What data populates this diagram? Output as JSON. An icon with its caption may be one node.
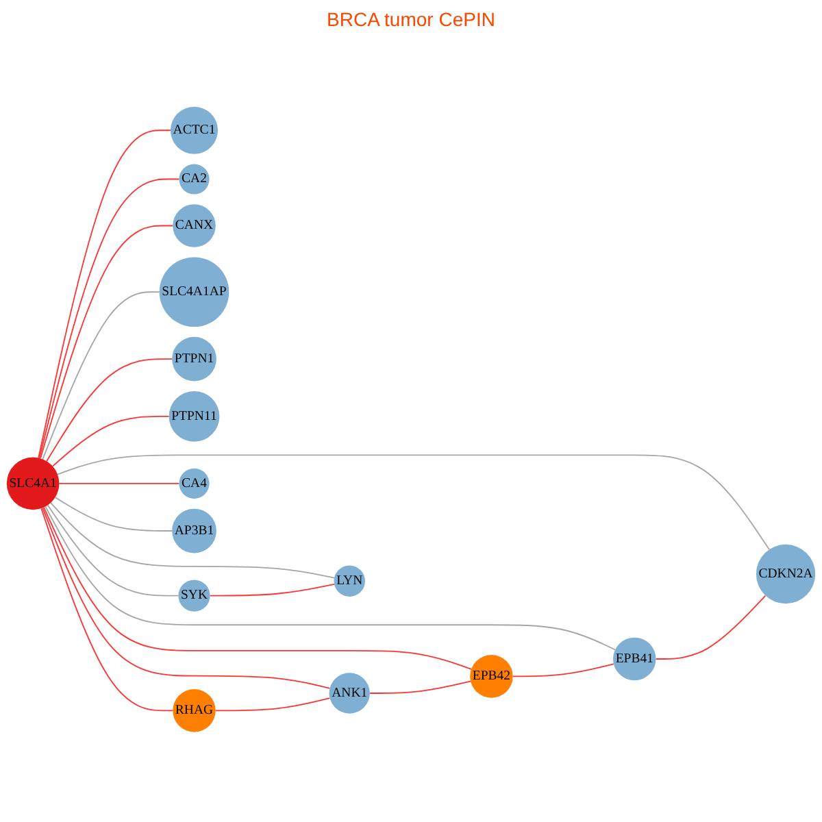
{
  "diagram": {
    "title": "BRCA tumor CePIN",
    "nodes": [
      {
        "text": [
          "ACTC1"
        ]
      },
      {
        "text": [
          "CA2"
        ]
      },
      {
        "text": [
          "CANX"
        ]
      },
      {
        "text": [
          "SLC4A1AP"
        ]
      },
      {
        "text": [
          "PTPN1"
        ]
      },
      {
        "text": [
          "PTPN11"
        ]
      },
      {
        "text": [
          "RHAG"
        ]
      },
      {
        "text": [
          "SLC4A1"
        ]
      },
      {
        "text": [
          "CA4"
        ]
      },
      {
        "text": [
          "ANK1"
        ]
      },
      {
        "text": [
          "AP3B1"
        ]
      },
      {
        "text": [
          "EPB42"
        ]
      },
      {
        "text": [
          "LYN"
        ]
      },
      {
        "text": [
          "EPB41"
        ]
      },
      {
        "text": [
          "CDKN2A"
        ]
      },
      {
        "text": [
          "SYK"
        ]
      }
    ],
    "edges": [
      {
        "from": 7,
        "to": 1,
        "arrow": "none"
      },
      {
        "from": 7,
        "to": 0,
        "arrow": "none"
      },
      {
        "from": 7,
        "to": 2,
        "arrow": "none"
      },
      {
        "from": 7,
        "to": 4,
        "arrow": "none"
      },
      {
        "from": 7,
        "to": 5,
        "arrow": "none"
      },
      {
        "from": 7,
        "to": 8,
        "arrow": "none"
      },
      {
        "from": 7,
        "to": 10,
        "arrow": "none",
        "color": "#a6a6a6"
      },
      {
        "from": 7,
        "to": 12,
        "arrow": "none",
        "color": "#a6a6a6"
      },
      {
        "from": 7,
        "to": 15,
        "arrow": "none",
        "color": "#a6a6a6"
      },
      {
        "from": 7,
        "to": 14,
        "arrow": "none",
        "color": "#a6a6a6"
      },
      {
        "from": 7,
        "to": 13,
        "arrow": "none",
        "color": "#a6a6a6"
      },
      {
        "from": 7,
        "to": 11,
        "arrow": "none"
      },
      {
        "from": 7,
        "to": 9,
        "arrow": "none"
      },
      {
        "from": 7,
        "to": 6,
        "arrow": "none"
      },
      {
        "from": 7,
        "to": 3,
        "arrow": "none",
        "color": "#a6a6a6"
      },
      {
        "from": 6,
        "to": 9,
        "arrow": "none"
      },
      {
        "from": 9,
        "to": 11,
        "arrow": "none"
      },
      {
        "from": 11,
        "to": 13,
        "arrow": "none"
      },
      {
        "from": 13,
        "to": 14,
        "arrow": "none"
      },
      {
        "from": 15,
        "to": 12,
        "arrow": "none"
      }
    ]
  }
}
